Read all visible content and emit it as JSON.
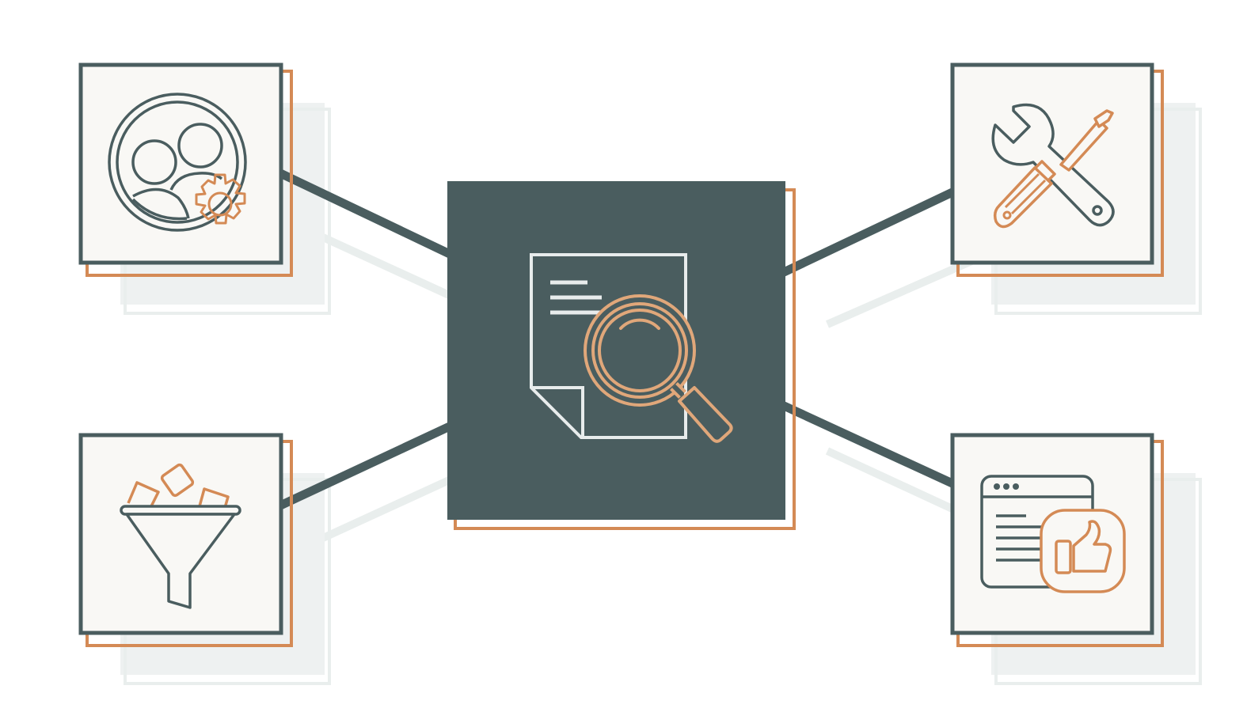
{
  "colors": {
    "background": "#ffffff",
    "dark": "#4a5d5f",
    "orange": "#d48a55",
    "orange_light": "#e0a77a",
    "tile_fill": "#f9f8f5",
    "shadow": "#eef1f1",
    "shadow_line": "#e9eeed",
    "doc_line": "#e8ecec"
  },
  "diagram": {
    "center": {
      "icon": "document-search-icon"
    },
    "nodes": [
      {
        "id": "team-settings",
        "icon": "team-settings-icon",
        "position": "top-left"
      },
      {
        "id": "tools",
        "icon": "tools-icon",
        "position": "top-right"
      },
      {
        "id": "filter",
        "icon": "filter-funnel-icon",
        "position": "bottom-left"
      },
      {
        "id": "feedback",
        "icon": "website-thumbs-up-icon",
        "position": "bottom-right"
      }
    ]
  }
}
